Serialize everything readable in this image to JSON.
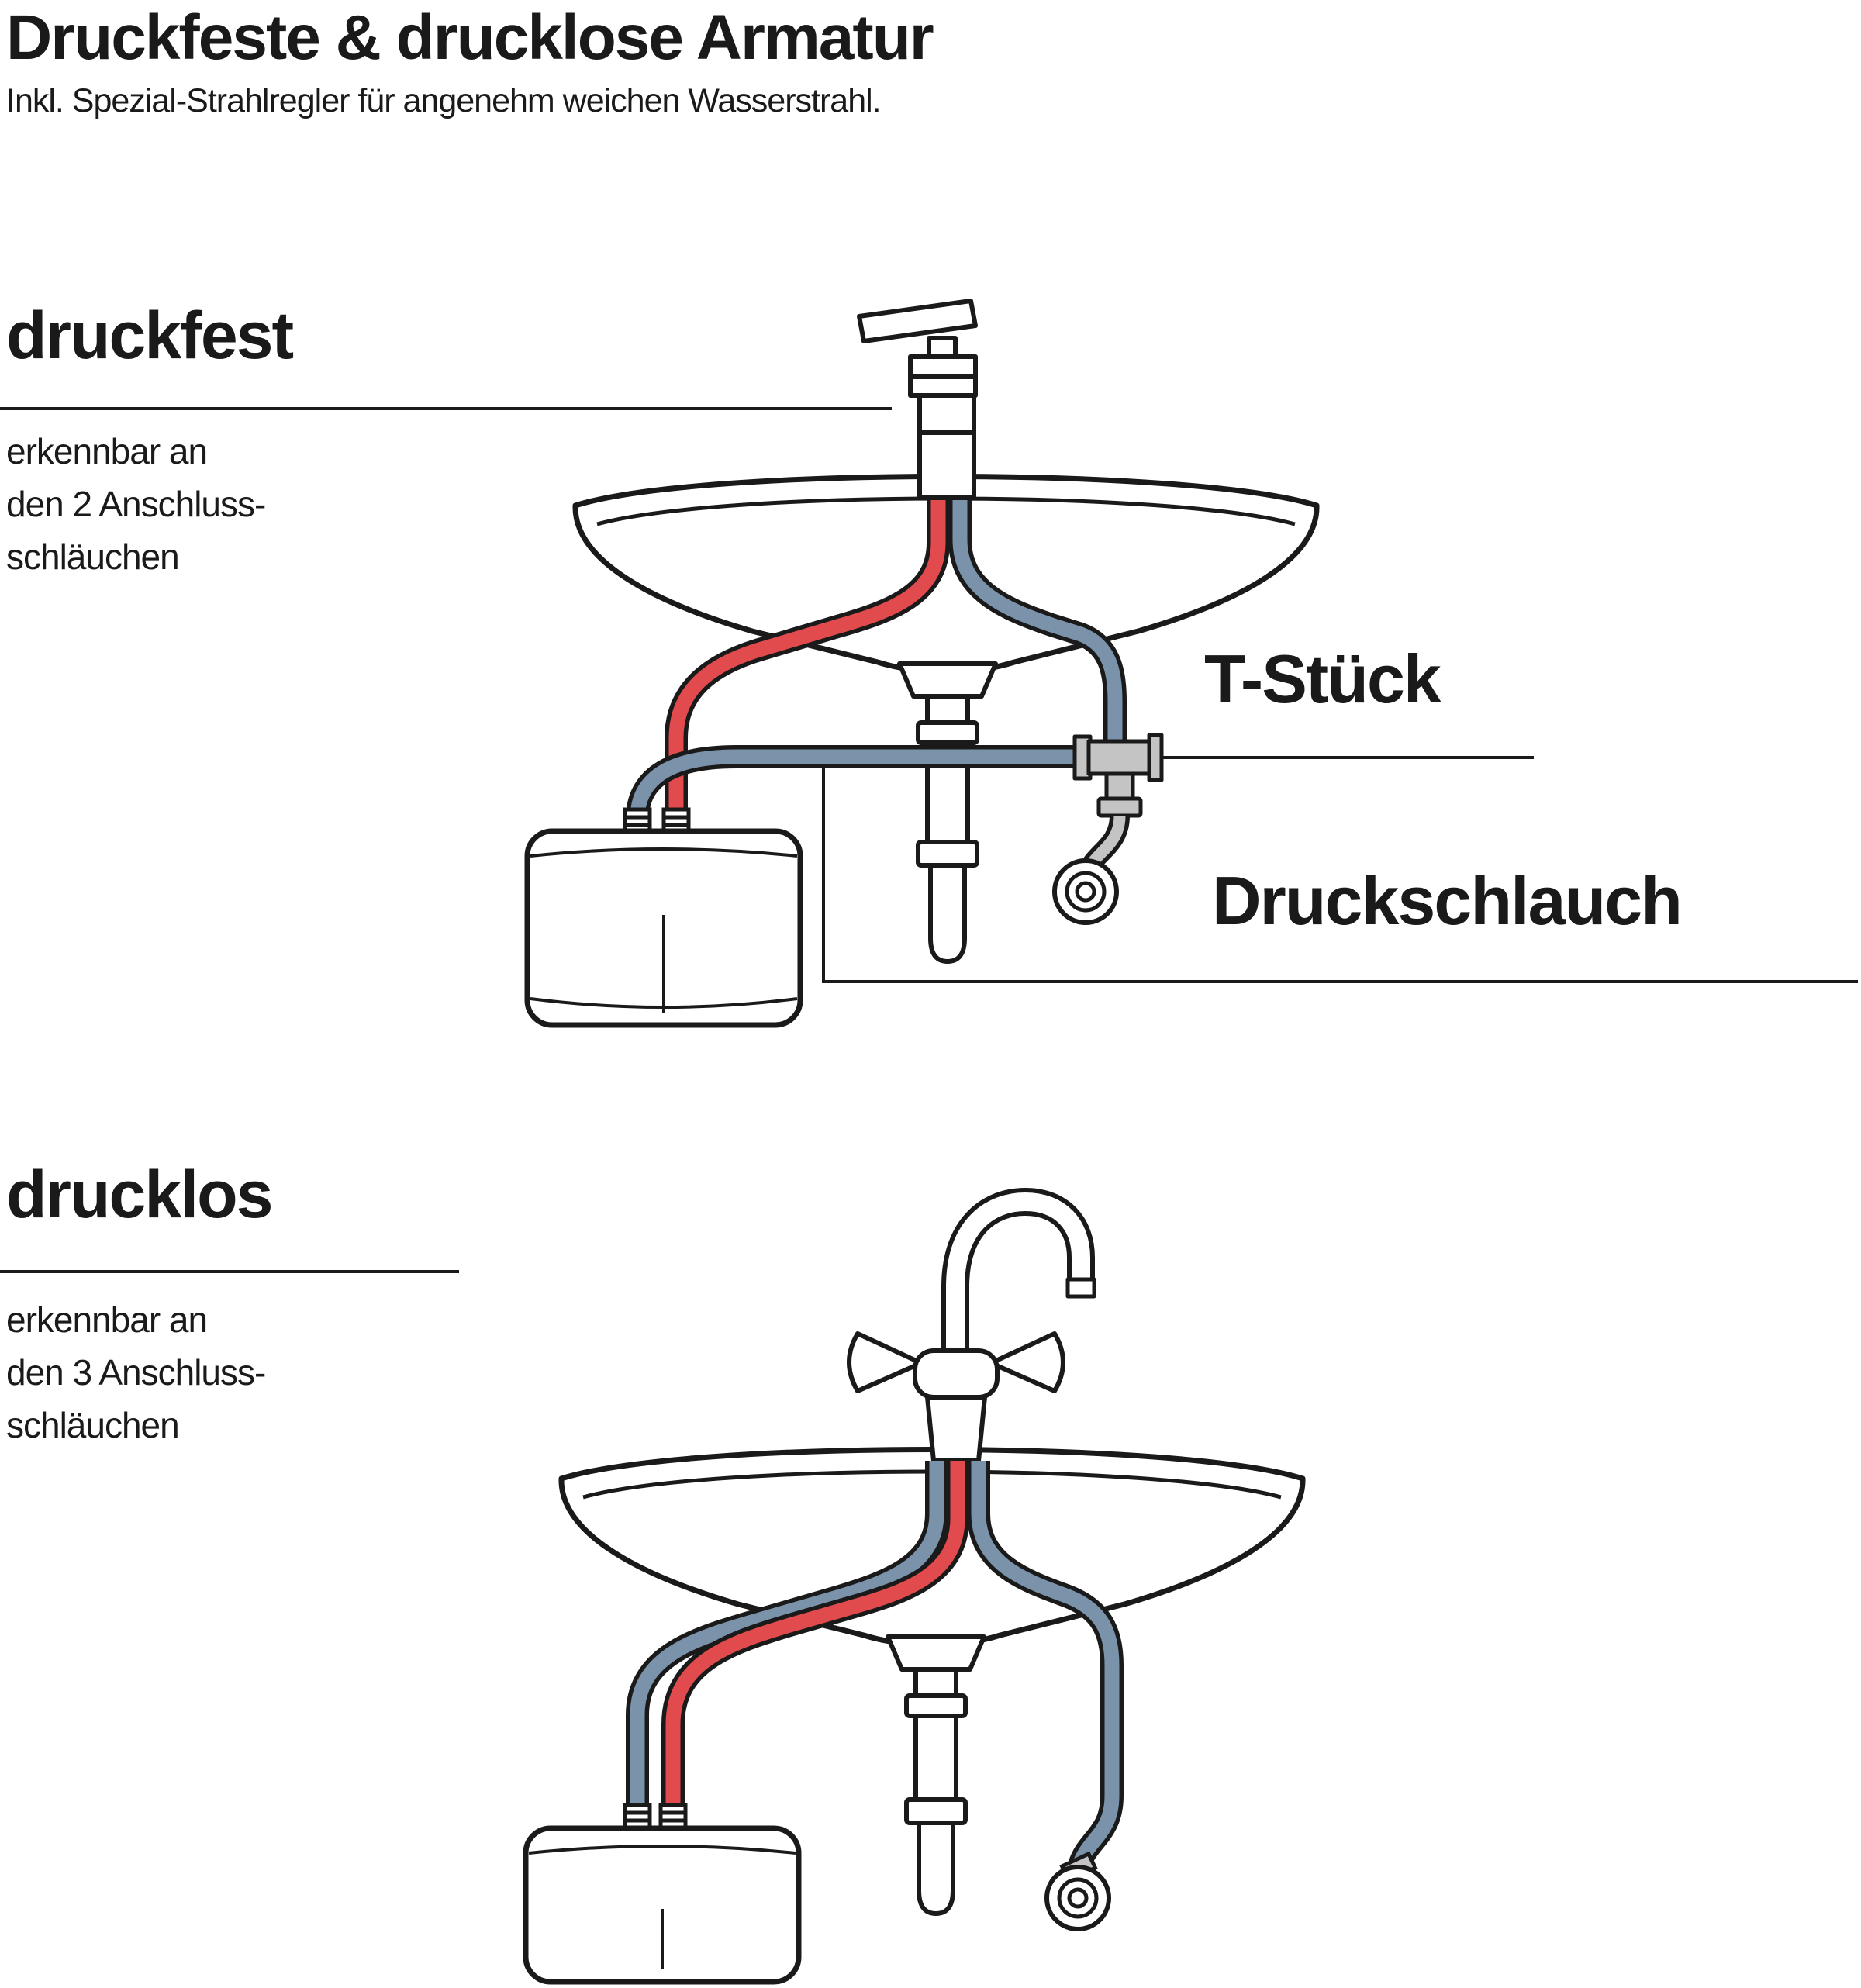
{
  "header": {
    "title": "Druckfeste & drucklose Armatur",
    "subtitle": "Inkl. Spezial-Strahlregler für angenehm weichen Wasserstrahl."
  },
  "sections": {
    "druckfest": {
      "heading": "druckfest",
      "description_lines": [
        "erkennbar an",
        "den 2 Anschluss-",
        "schläuchen"
      ]
    },
    "drucklos": {
      "heading": "drucklos",
      "description_lines": [
        "erkennbar an",
        "den 3 Anschluss-",
        "schläuchen"
      ]
    }
  },
  "labels": {
    "t_stueck": "T-Stück",
    "druckschlauch": "Druckschlauch"
  },
  "colors": {
    "hot_hose_red": "#e14b4d",
    "cold_hose_blue": "#7b93aa",
    "fitting_gray": "#c4c4c4",
    "outline_black": "#1a1a1a"
  },
  "diagram_parts": {
    "druckfest": [
      "pressure-tap",
      "washbasin",
      "drain-trap",
      "hot-water-hose",
      "cold-water-hose",
      "t-piece",
      "pressure-hose",
      "wall-connection",
      "instant-water-heater"
    ],
    "drucklos": [
      "low-pressure-tap",
      "washbasin",
      "drain-trap",
      "cold-water-hose",
      "hot-water-hose",
      "supply-hose",
      "wall-connection",
      "instant-water-heater"
    ]
  }
}
